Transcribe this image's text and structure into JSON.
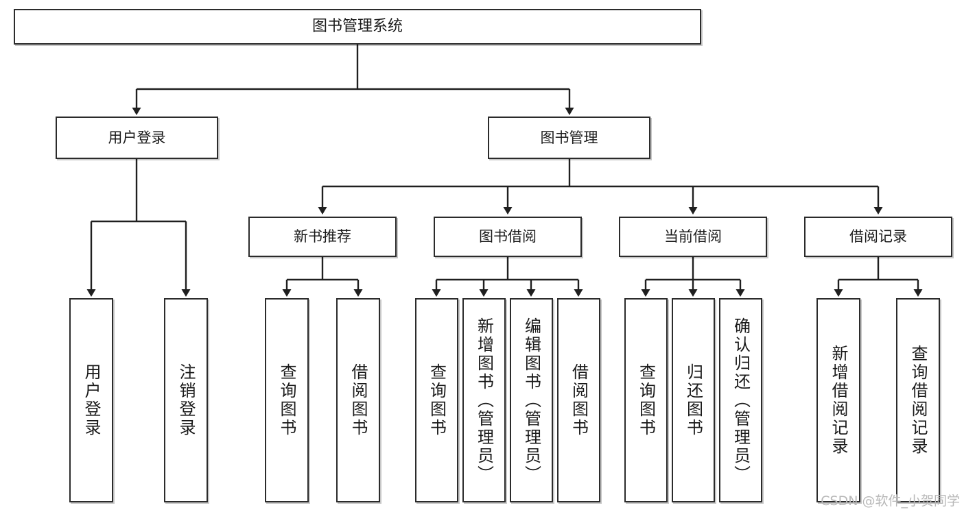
{
  "diagram": {
    "type": "hierarchy-tree",
    "title": "图书管理系统",
    "watermark": "CSDN @软件_小贺同学",
    "colors": {
      "box_border": "#2b2b2b",
      "box_fill": "#ffffff",
      "connector": "#1f1f1f",
      "watermark": "#b8b8b8"
    },
    "nodes": {
      "root": {
        "label": "图书管理系统"
      },
      "level2": [
        {
          "id": "user-login",
          "label": "用户登录"
        },
        {
          "id": "book-manage",
          "label": "图书管理"
        }
      ],
      "level3": [
        {
          "id": "new-book-recommend",
          "label": "新书推荐"
        },
        {
          "id": "book-borrow",
          "label": "图书借阅"
        },
        {
          "id": "current-borrow",
          "label": "当前借阅"
        },
        {
          "id": "borrow-record",
          "label": "借阅记录"
        }
      ],
      "leaves": {
        "user-login": [
          {
            "id": "leaf-user-login",
            "label": "用户登录"
          },
          {
            "id": "leaf-logout-login",
            "label": "注销登录"
          }
        ],
        "new-book-recommend": [
          {
            "id": "leaf-query-book-1",
            "label": "查询图书"
          },
          {
            "id": "leaf-borrow-book-1",
            "label": "借阅图书"
          }
        ],
        "book-borrow": [
          {
            "id": "leaf-query-book-2",
            "label": "查询图书"
          },
          {
            "id": "leaf-add-book",
            "label": "新增图书（管理员）"
          },
          {
            "id": "leaf-edit-book",
            "label": "编辑图书（管理员）"
          },
          {
            "id": "leaf-borrow-book-2",
            "label": "借阅图书"
          }
        ],
        "current-borrow": [
          {
            "id": "leaf-query-book-3",
            "label": "查询图书"
          },
          {
            "id": "leaf-return-book",
            "label": "归还图书"
          },
          {
            "id": "leaf-confirm-return",
            "label": "确认归还（管理员）"
          }
        ],
        "borrow-record": [
          {
            "id": "leaf-add-record",
            "label": "新增借阅记录"
          },
          {
            "id": "leaf-query-record",
            "label": "查询借阅记录"
          }
        ]
      }
    }
  }
}
